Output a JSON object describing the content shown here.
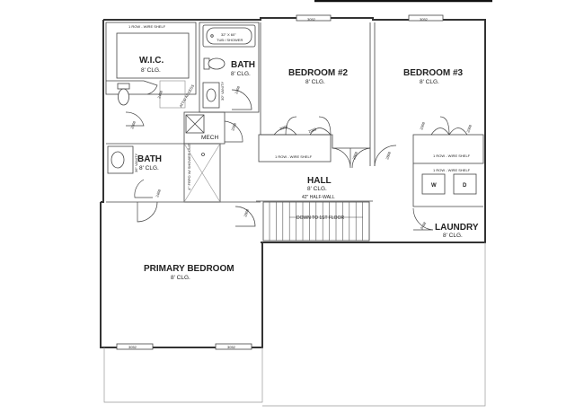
{
  "rooms": {
    "wic": {
      "name": "W.I.C.",
      "ceiling": "8' CLG."
    },
    "bath_top": {
      "name": "BATH",
      "ceiling": "8' CLG."
    },
    "bedroom2": {
      "name": "BEDROOM #2",
      "ceiling": "8' CLG."
    },
    "bedroom3": {
      "name": "BEDROOM #3",
      "ceiling": "8' CLG."
    },
    "bath_left": {
      "name": "BATH",
      "ceiling": "8' CLG."
    },
    "hall": {
      "name": "HALL",
      "ceiling": "8' CLG."
    },
    "laundry": {
      "name": "LAUNDRY",
      "ceiling": "8' CLG."
    },
    "primary": {
      "name": "PRIMARY BEDROOM",
      "ceiling": "8' CLG."
    },
    "mech": {
      "name": "MECH"
    }
  },
  "labels": {
    "wic_shelf": "1 ROW - WIRE SHELF",
    "bed2_shelf": "1 ROW - WIRE SHELF",
    "bed3_shelf": "1 ROW - WIRE SHELF",
    "laundry_shelf": "1 ROW - WIRE SHELF",
    "tub": "32\" X 60\"",
    "tub_sub": "TUB / SHOWER",
    "vanity_top": "30\" VANITY",
    "vanity_left": "36\" VANITY",
    "shower": "4'\" FRPO W/ SHOWER UNIT",
    "attic": "ATTIC ACCESS",
    "half_wall": "42\" HALF-WALL",
    "stairs": "DOWN TO 1ST FLOOR",
    "washer": "W",
    "dryer": "D",
    "window_bed2": "3052",
    "window_bed3": "3052",
    "window_primary_1": "3052",
    "window_primary_2": "3052",
    "door_wic": "2468",
    "door_bath_top": "2468",
    "door_bath_mech": "2068",
    "door_bath_left": "2468",
    "door_lav": "2068",
    "door_primary": "2868",
    "door_hall_bed2": "2868",
    "door_hall_bed3": "2868",
    "door_bed2_closet_a": "2068",
    "door_bed2_closet_b": "2068",
    "door_bed3_closet_a": "2068",
    "door_bed3_closet_b": "2068",
    "door_laundry": "2468",
    "door_primary_entry": "2868"
  }
}
